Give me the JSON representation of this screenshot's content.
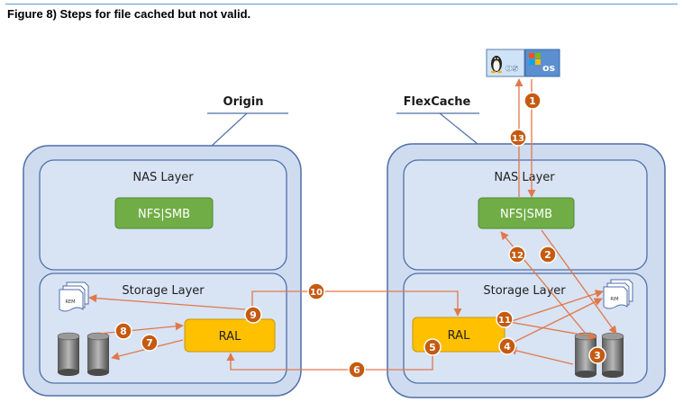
{
  "figure_title": "Figure 8) Steps for file cached but not valid.",
  "origin": {
    "label": "Origin",
    "nas_layer": "NAS Layer",
    "protocol": "NFS|SMB",
    "storage_layer": "Storage Layer",
    "ral": "RAL",
    "rem": "REM"
  },
  "flexcache": {
    "label": "FlexCache",
    "nas_layer": "NAS Layer",
    "protocol": "NFS|SMB",
    "storage_layer": "Storage Layer",
    "ral": "RAL",
    "rim": "RIM"
  },
  "clients": {
    "linux_os": "os",
    "windows_os": "os"
  },
  "steps": [
    "1",
    "2",
    "3",
    "4",
    "5",
    "6",
    "7",
    "8",
    "9",
    "10",
    "11",
    "12",
    "13"
  ],
  "colors": {
    "cluster_fill": "#cfdcf0",
    "layer_fill": "#d8e3f4",
    "border": "#4f6fa8",
    "green_box": "#70ad47",
    "ral_box": "#ffc000",
    "step_badge": "#c55a11",
    "arrow": "#e0784a"
  }
}
